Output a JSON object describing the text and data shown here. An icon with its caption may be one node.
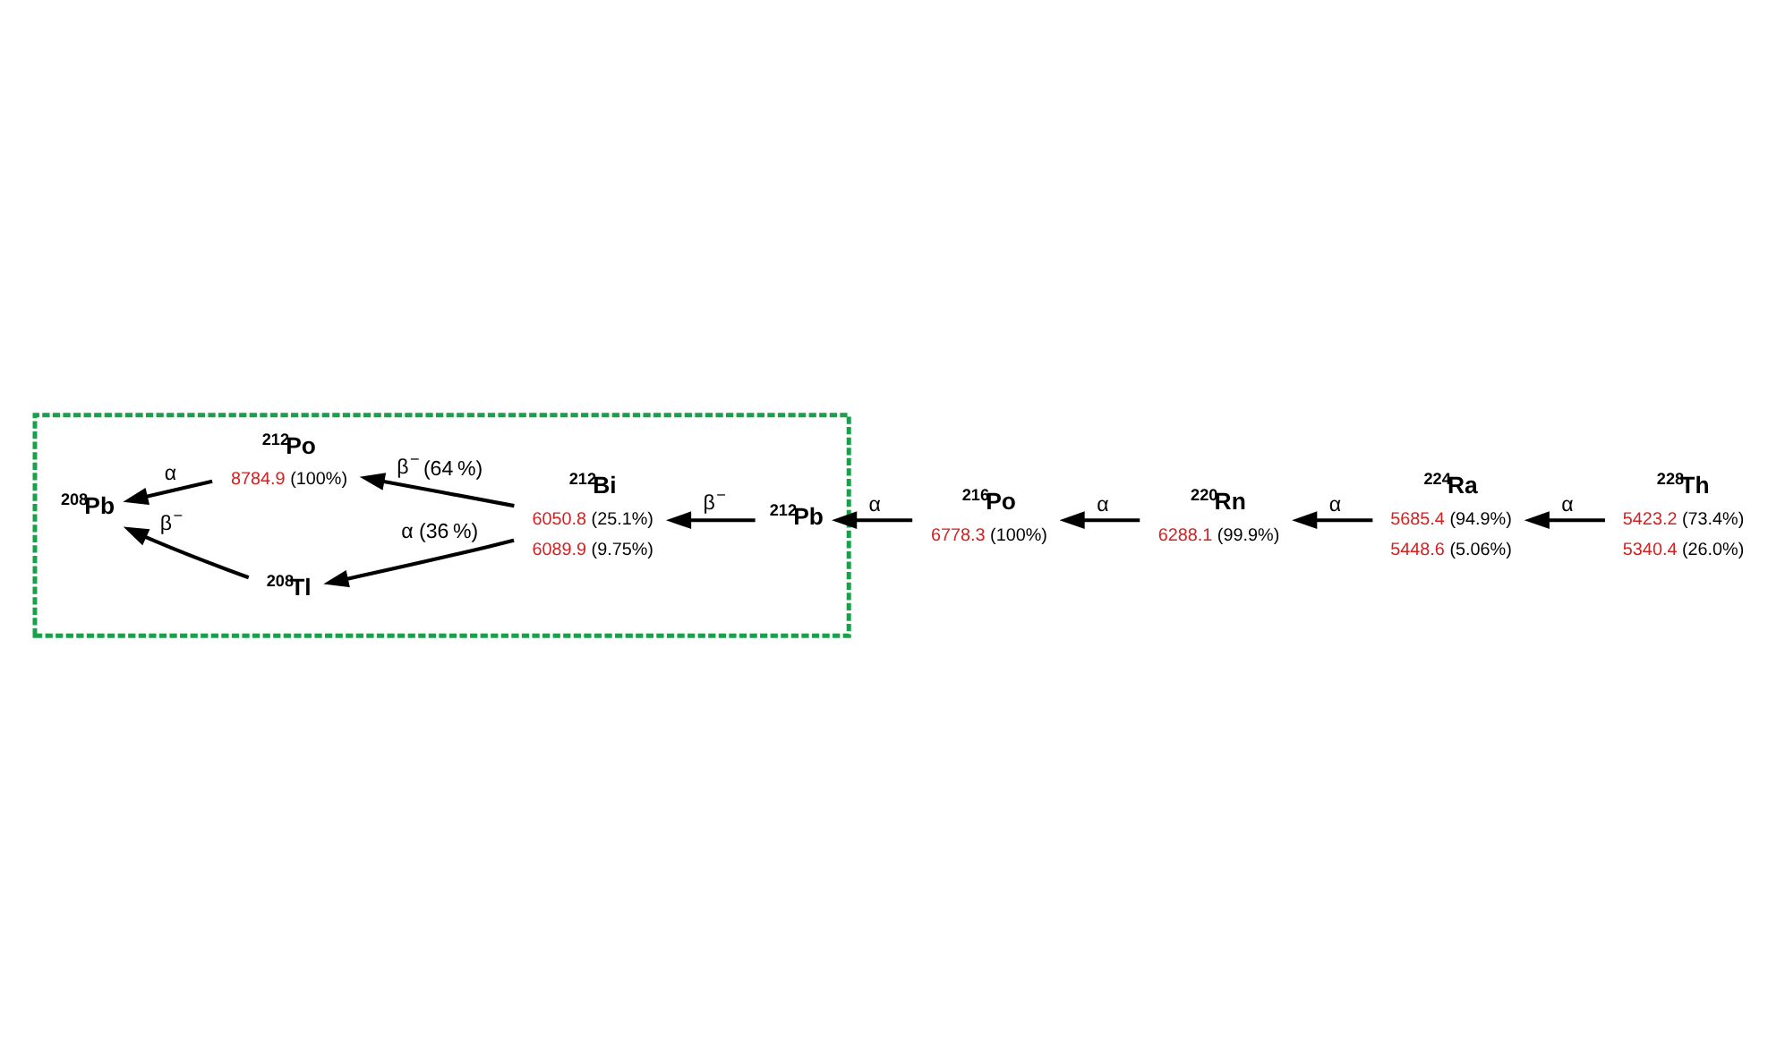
{
  "diagram": {
    "nodes": [
      {
        "text": [
          "$^{228}$Th"
        ],
        "beside": [
          "5423.2 (73.4%)",
          "5340.4 (26.0%)"
        ]
      },
      {
        "text": [
          "$^{224}$Ra"
        ],
        "beside": [
          "5685.4 (94.9%)",
          "5448.6 (5.06%)"
        ]
      },
      {
        "text": [
          "$^{220}$Rn"
        ],
        "beside": [
          "6288.1 (99.9%)"
        ]
      },
      {
        "text": [
          "$^{216}$Po"
        ],
        "beside": [
          "6778.3 (100%)"
        ]
      },
      {
        "text": [],
        "shape": "box"
      },
      {
        "text": [
          "$^{212}$Po"
        ],
        "in": 4,
        "beside": [
          "8784.9 (100%)"
        ]
      },
      {
        "text": [
          "$^{208}$Pb"
        ],
        "in": 4
      },
      {
        "text": [
          "$^{212}$Bi"
        ],
        "in": 4,
        "beside": [
          "6050.8 (25.1%)",
          "6089.9 (9.75%)"
        ]
      },
      {
        "text": [
          "$^{208}$Tl"
        ],
        "in": 4
      },
      {
        "text": [
          "$^{212}$Pb"
        ],
        "in": 4
      }
    ],
    "edges": [
      {
        "from": 0,
        "to": 1,
        "arrow": "to",
        "label": "α"
      },
      {
        "from": 1,
        "to": 2,
        "arrow": "to",
        "label": "α"
      },
      {
        "from": 2,
        "to": 3,
        "arrow": "to",
        "label": "α"
      },
      {
        "from": 3,
        "to": 9,
        "arrow": "to",
        "label": "α"
      },
      {
        "from": 9,
        "to": 7,
        "arrow": "to",
        "label": "β$^{−}$"
      },
      {
        "from": 7,
        "to": 5,
        "arrow": "to",
        "label": "β$^{−}$ (64 %)"
      },
      {
        "from": 7,
        "to": 8,
        "arrow": "to",
        "label": "α (36 %)"
      },
      {
        "from": 5,
        "to": 6,
        "arrow": "to",
        "label": "α"
      },
      {
        "from": 8,
        "to": 6,
        "arrow": "to",
        "label": "β$^{−}$"
      }
    ]
  }
}
